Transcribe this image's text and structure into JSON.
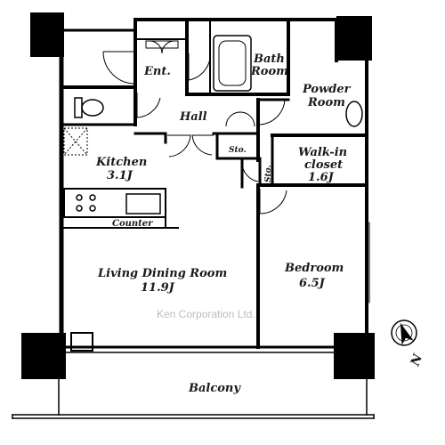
{
  "floorplan": {
    "rooms": {
      "entrance": "Ent.",
      "bath_line1": "Bath",
      "bath_line2": "Room",
      "powder_line1": "Powder",
      "powder_line2": "Room",
      "hall": "Hall",
      "storage_1": "Sto.",
      "storage_2": "Sto.",
      "walkin_line1": "Walk-in",
      "walkin_line2": "closet",
      "walkin_size": "1.6J",
      "kitchen": "Kitchen",
      "kitchen_size": "3.1J",
      "counter": "Counter",
      "living": "Living Dining Room",
      "living_size": "11.9J",
      "bedroom": "Bedroom",
      "bedroom_size": "6.5J",
      "balcony": "Balcony"
    },
    "watermark": "Ken Corporation Ltd.",
    "compass_label": "N",
    "colors": {
      "wall": "#000000",
      "background": "#ffffff",
      "watermark": "#bdbdbd"
    }
  }
}
